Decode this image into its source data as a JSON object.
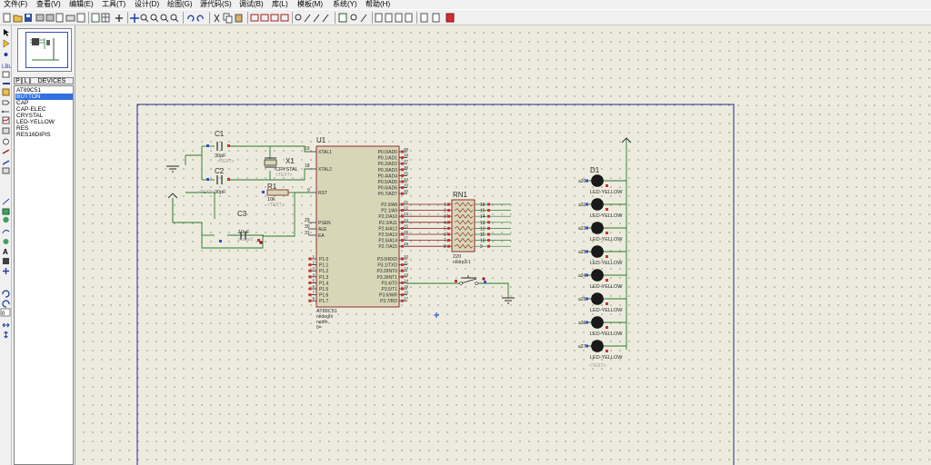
{
  "menu": [
    "文件(F)",
    "查看(V)",
    "编辑(E)",
    "工具(T)",
    "设计(D)",
    "绘图(G)",
    "源代码(S)",
    "调试(B)",
    "库(L)",
    "模板(M)",
    "系统(Y)",
    "帮助(H)"
  ],
  "sidebar": {
    "tabs": [
      "P",
      "L",
      "DEVICES"
    ],
    "devices": [
      "AT89C51",
      "BUTTON",
      "CAP",
      "CAP-ELEC",
      "CRYSTAL",
      "LED-YELLOW",
      "RES",
      "RES16DIPIS"
    ],
    "selected_index": 1
  },
  "schematic": {
    "u1": {
      "ref": "U1",
      "part": "AT89C51",
      "prop1": "nedegrii",
      "prop2": "nedfn",
      "prop3": "0=",
      "left_pins": [
        {
          "num": "19",
          "name": "XTAL1"
        },
        {
          "num": "18",
          "name": "XTAL2"
        },
        {
          "num": "9",
          "name": "RST"
        },
        {
          "num": "29",
          "name": "PSEN"
        },
        {
          "num": "30",
          "name": "ALE"
        },
        {
          "num": "31",
          "name": "EA"
        }
      ],
      "p1_pins": [
        {
          "num": "1",
          "name": "P1.0"
        },
        {
          "num": "2",
          "name": "P1.1"
        },
        {
          "num": "3",
          "name": "P1.2"
        },
        {
          "num": "4",
          "name": "P1.3"
        },
        {
          "num": "5",
          "name": "P1.4"
        },
        {
          "num": "6",
          "name": "P1.5"
        },
        {
          "num": "7",
          "name": "P1.6"
        },
        {
          "num": "8",
          "name": "P1.7"
        }
      ],
      "p0_pins": [
        {
          "num": "39",
          "name": "P0.0/AD0"
        },
        {
          "num": "38",
          "name": "P0.1/AD1"
        },
        {
          "num": "37",
          "name": "P0.2/AD2"
        },
        {
          "num": "36",
          "name": "P0.3/AD3"
        },
        {
          "num": "35",
          "name": "P0.4/AD4"
        },
        {
          "num": "34",
          "name": "P0.5/AD5"
        },
        {
          "num": "33",
          "name": "P0.6/AD6"
        },
        {
          "num": "32",
          "name": "P0.7/AD7"
        }
      ],
      "p2_pins": [
        {
          "num": "21",
          "name": "P2.0/A8"
        },
        {
          "num": "22",
          "name": "P2.1/A9"
        },
        {
          "num": "23",
          "name": "P2.2/A10"
        },
        {
          "num": "24",
          "name": "P2.3/A11"
        },
        {
          "num": "25",
          "name": "P2.4/A12"
        },
        {
          "num": "26",
          "name": "P2.5/A13"
        },
        {
          "num": "27",
          "name": "P2.6/A14"
        },
        {
          "num": "28",
          "name": "P2.7/A15"
        }
      ],
      "p3_pins": [
        {
          "num": "10",
          "name": "P3.0/RXD"
        },
        {
          "num": "11",
          "name": "P3.1/TXD"
        },
        {
          "num": "12",
          "name": "P3.2/INT0"
        },
        {
          "num": "13",
          "name": "P3.3/INT1"
        },
        {
          "num": "14",
          "name": "P3.4/T0"
        },
        {
          "num": "15",
          "name": "P3.5/T1"
        },
        {
          "num": "16",
          "name": "P3.6/WR"
        },
        {
          "num": "17",
          "name": "P3.7/RD"
        }
      ]
    },
    "c1": {
      "ref": "C1",
      "value": "30pF",
      "text": "<TEXT>"
    },
    "c2": {
      "ref": "C2",
      "value": "30pF",
      "text": "<TEXT>"
    },
    "c3": {
      "ref": "C3",
      "value": "10uF",
      "text": "pdasu1"
    },
    "x1": {
      "ref": "X1",
      "value": "CRYSTAL",
      "text": "<TEXT>"
    },
    "r1": {
      "ref": "R1",
      "value": "10k",
      "text": "<TEXT>"
    },
    "rn1": {
      "ref": "RN1",
      "value": "220",
      "text": "nxdrp2r1",
      "left_pins": [
        "1",
        "2",
        "3",
        "4",
        "5",
        "6",
        "7",
        "8"
      ],
      "right_pins": [
        "16",
        "15",
        "14",
        "13",
        "12",
        "11",
        "10",
        "9"
      ]
    },
    "leds": {
      "first_ref": "D1",
      "nets": [
        "a20",
        "a21",
        "a22",
        "a23",
        "a24",
        "a25",
        "a26",
        "a27"
      ],
      "label": "LED-YELLOW",
      "text": "<TEXT>"
    }
  },
  "colors": {
    "canvas_bg": "#ecebde",
    "wire": "#2a7a2a",
    "component_outline": "#8b1a1a",
    "chip_fill": "#d7d7b8",
    "selection": "#3070e0"
  }
}
